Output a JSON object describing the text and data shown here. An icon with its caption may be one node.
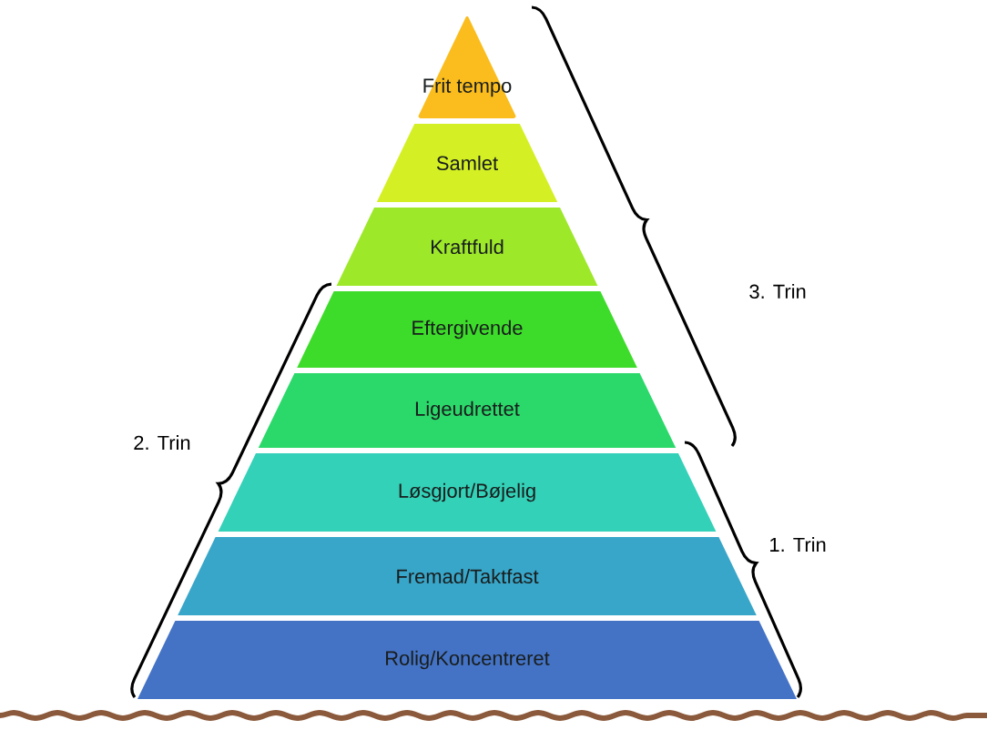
{
  "diagram": {
    "nodes": [
      {
        "text": [
          "Frit tempo"
        ]
      },
      {
        "text": [
          "Samlet"
        ]
      },
      {
        "text": [
          "Kraftfuld"
        ]
      },
      {
        "text": [
          "Eftergivende"
        ]
      },
      {
        "text": [
          "Ligeudrettet"
        ]
      },
      {
        "text": [
          "Løsgjort/Bøjelig"
        ]
      },
      {
        "text": [
          "Fremad/Taktfast"
        ]
      },
      {
        "text": [
          "Rolig/Koncentreret"
        ]
      }
    ],
    "labels": [
      "3. Trin",
      "2. Trin",
      "1. Trin"
    ]
  }
}
